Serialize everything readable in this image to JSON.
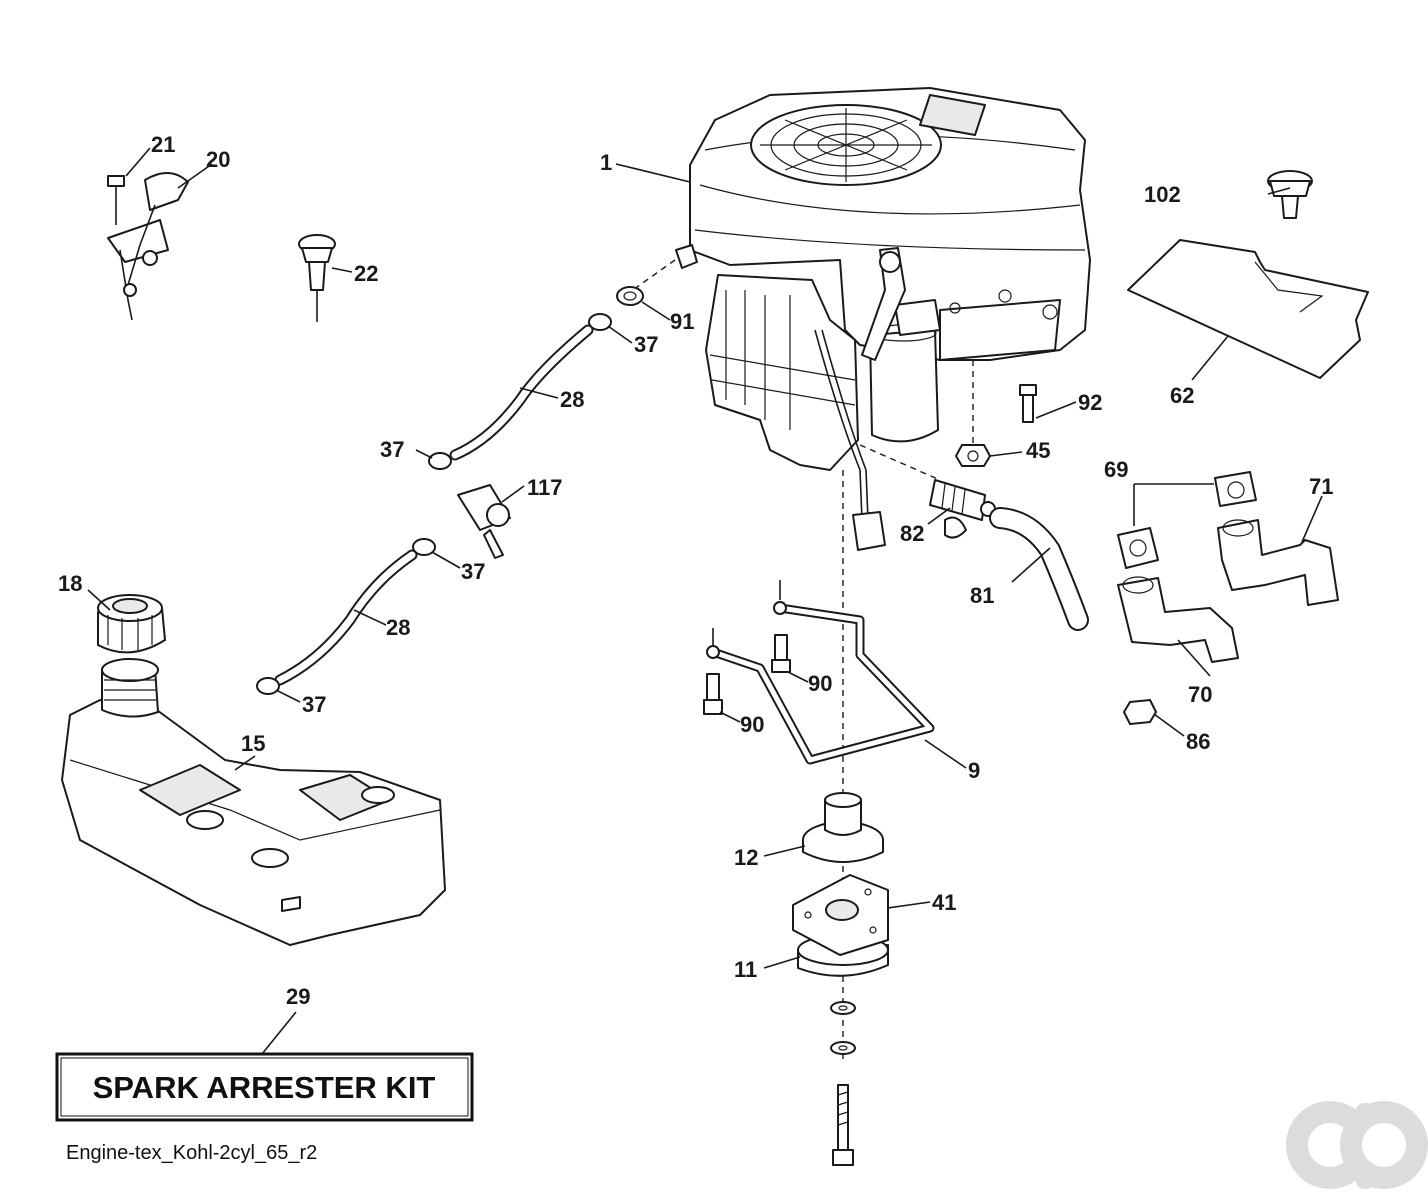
{
  "diagram_id": "Engine-tex_Kohl-2cyl_65_r2",
  "kit_label": "SPARK ARRESTER KIT",
  "callouts": {
    "p1": "1",
    "p9": "9",
    "p11": "11",
    "p12": "12",
    "p15": "15",
    "p18": "18",
    "p20": "20",
    "p21": "21",
    "p22": "22",
    "p28a": "28",
    "p28b": "28",
    "p29": "29",
    "p37a": "37",
    "p37b": "37",
    "p37c": "37",
    "p37d": "37",
    "p41": "41",
    "p45": "45",
    "p62": "62",
    "p69": "69",
    "p70": "70",
    "p71": "71",
    "p81": "81",
    "p82": "82",
    "p86": "86",
    "p90a": "90",
    "p90b": "90",
    "p91": "91",
    "p92": "92",
    "p102": "102",
    "p117": "117"
  },
  "watermark": "ao-logo-icon"
}
